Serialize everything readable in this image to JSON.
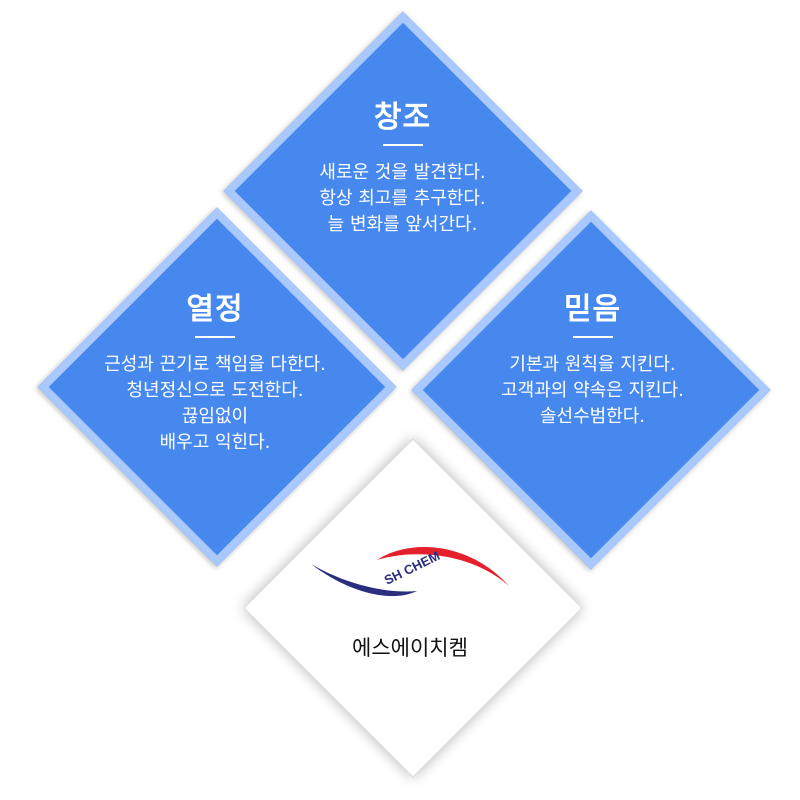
{
  "panels": {
    "creation": {
      "title": "창조",
      "lines": [
        "새로운 것을 발견한다.",
        "항상 최고를 추구한다.",
        "늘 변화를 앞서간다."
      ]
    },
    "passion": {
      "title": "열정",
      "lines": [
        "근성과 끈기로 책임을 다한다.",
        "청년정신으로 도전한다.",
        "끊임없이",
        "배우고 익힌다."
      ]
    },
    "trust": {
      "title": "믿음",
      "lines": [
        "기본과 원칙을 지킨다.",
        "고객과의 약속은 지킨다.",
        "솔선수범한다."
      ]
    }
  },
  "company": {
    "logo_text": "SH CHEM",
    "name": "에스에이치켐"
  },
  "colors": {
    "panel_blue": "#4788ef",
    "panel_border": "#a9c8fb",
    "logo_navy": "#2b2d7e",
    "logo_red": "#e5202d"
  }
}
